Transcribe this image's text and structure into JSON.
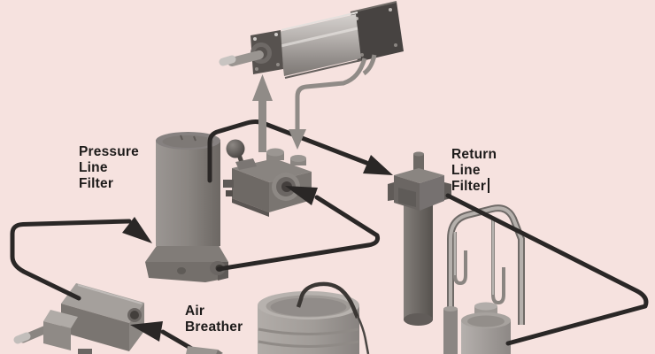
{
  "colors": {
    "background": "#f6e2df",
    "hose": "#2a2726",
    "metal_arrow": "#908b87",
    "text": "#1d1b1a"
  },
  "labels": {
    "pressure_line_filter": {
      "line1": "Pressure",
      "line2": "Line",
      "line3": "Filter"
    },
    "return_line_filter": {
      "line1": "Return",
      "line2": "Line",
      "line3": "Filter"
    },
    "air_breather": {
      "line1": "Air",
      "line2": "Breather"
    }
  }
}
